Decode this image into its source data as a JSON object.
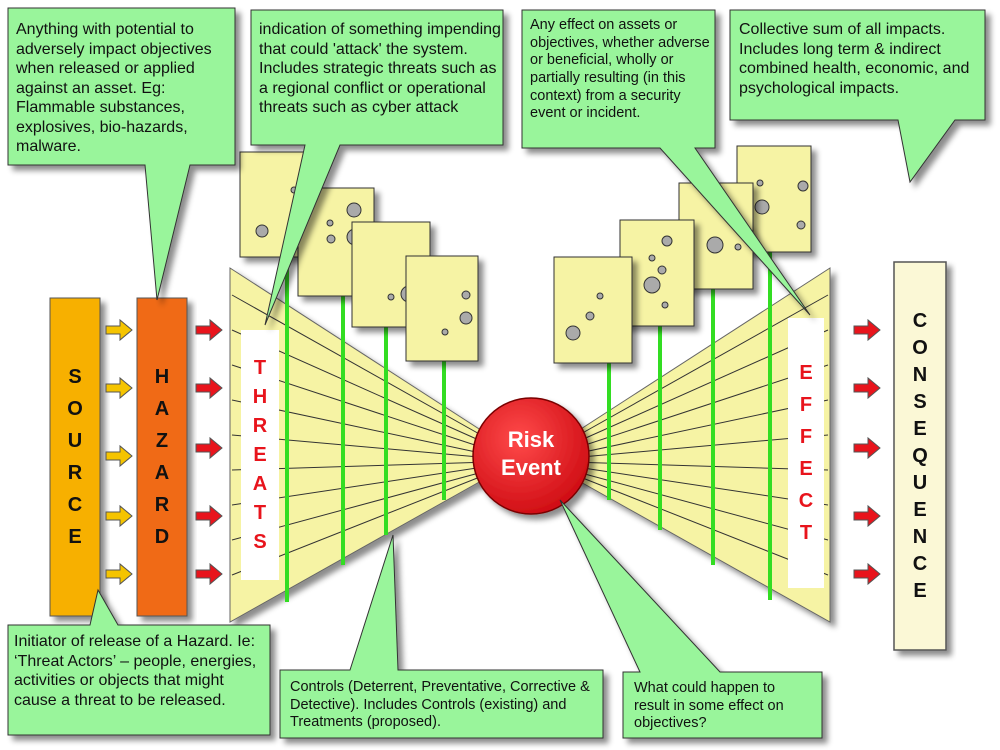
{
  "blocks": {
    "source": "SOURCE",
    "hazard": "HAZARD",
    "threats": "THREATS",
    "effect": "EFFECT",
    "consequence": "CONSEQUENCE"
  },
  "risk_event": {
    "line1": "Risk",
    "line2": "Event"
  },
  "callouts": {
    "hazard_def": "Anything with potential to adversely impact objectives when released or applied against an asset. Eg: Flammable substances, explosives, bio-hazards, malware.",
    "threat_def": "indication of something impending that could 'attack' the system.  Includes strategic threats such as a regional conflict or operational threats such as cyber attack",
    "effect_def": "Any effect on assets or objectives, whether adverse or beneficial, wholly or partially resulting (in this context) from a security event or incident.",
    "consequence_def": "Collective sum of all impacts. Includes long term & indirect combined health, economic, and psychological impacts.",
    "source_def": "Initiator of release of a Hazard. Ie: ‘Threat Actors’ – people, energies, activities or objects that might cause a threat to be released.",
    "controls_def": "Controls (Deterrent, Preventative, Corrective & Detective). Includes Controls (existing) and Treatments (proposed).",
    "risk_event_def": "What could happen to result in some effect on objectives?"
  },
  "colors": {
    "callout_fill": "#99f59b",
    "cheese_fill": "#f6f3a4",
    "funnel_fill": "#f6f3a4",
    "source_fill": "#f7b000",
    "hazard_fill": "#f06a16",
    "consequence_fill": "#fbf8d6",
    "risk_event_fill": "#e8141c",
    "control_line": "#33dd22",
    "red_text": "#e8141c",
    "arrow_yellow": "#f5c400",
    "arrow_red": "#e8141c"
  }
}
